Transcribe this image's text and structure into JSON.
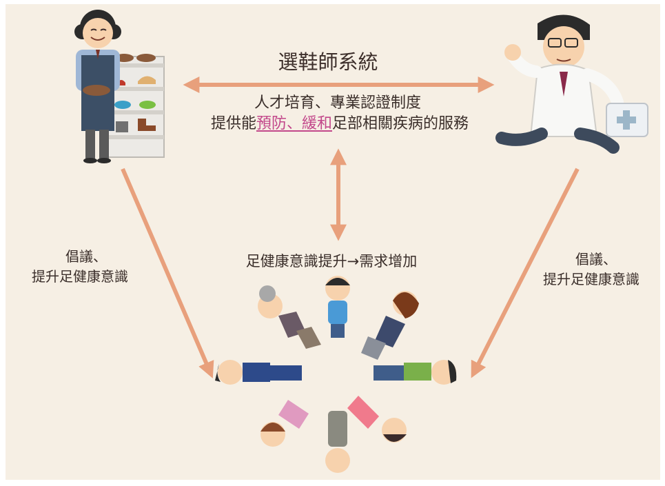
{
  "title": "選鞋師系統",
  "description": {
    "line1": "人才培育、專業認證制度",
    "line2_before": "提供能",
    "line2_highlight": "預防、緩和",
    "line2_after": "足部相關疾病的服務"
  },
  "center_label": "足健康意識提升→需求增加",
  "left_label": {
    "line1": "倡議、",
    "line2": "提升足健康意識"
  },
  "right_label": {
    "line1": "倡議、",
    "line2": "提升足健康意識"
  },
  "colors": {
    "background": "#f6efe4",
    "arrow": "#e8a07c",
    "highlight": "#c2478a",
    "text": "#3a2e2a"
  },
  "icons": [
    "shoe-seller-illustration",
    "doctor-illustration",
    "people-circle-illustration"
  ]
}
